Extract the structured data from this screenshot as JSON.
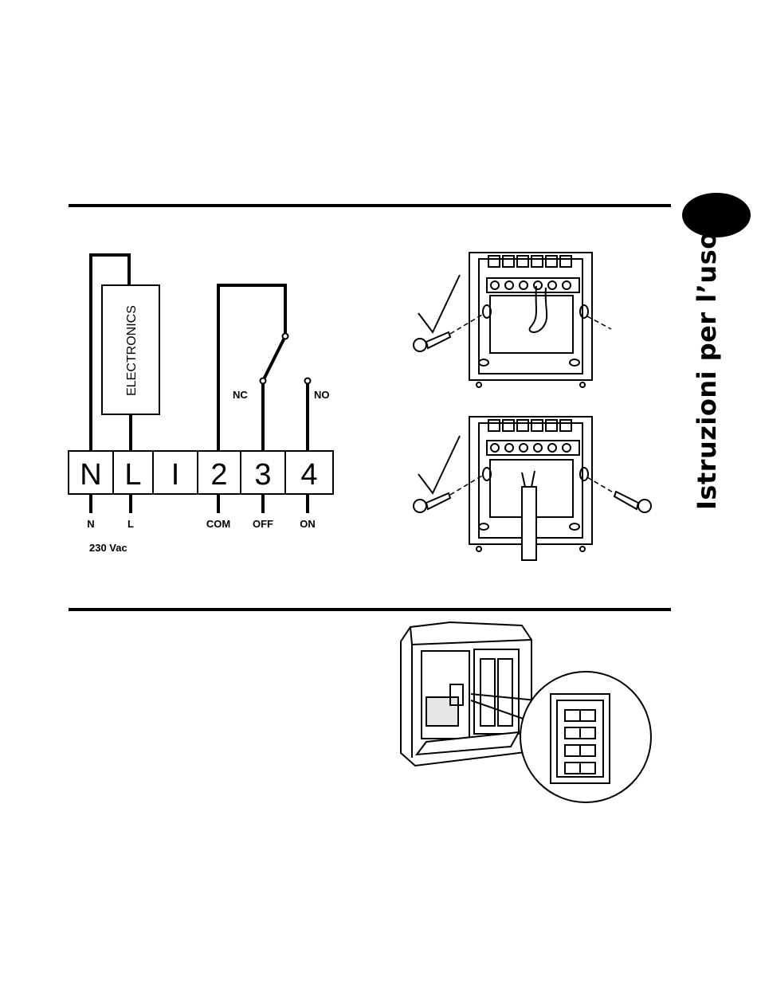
{
  "side": {
    "title": "Istruzioni per l’uso"
  },
  "wiring": {
    "electronics_label": "ELECTRONICS",
    "terminals": [
      "N",
      "L",
      "I",
      "2",
      "3",
      "4"
    ],
    "contacts": {
      "nc": "NC",
      "no": "NO"
    },
    "bottom_labels": [
      "N",
      "L",
      "COM",
      "OFF",
      "ON"
    ],
    "supply": "230 Vac"
  },
  "colors": {
    "ink": "#000000",
    "paper": "#ffffff",
    "shade": "#e6e6e6"
  }
}
